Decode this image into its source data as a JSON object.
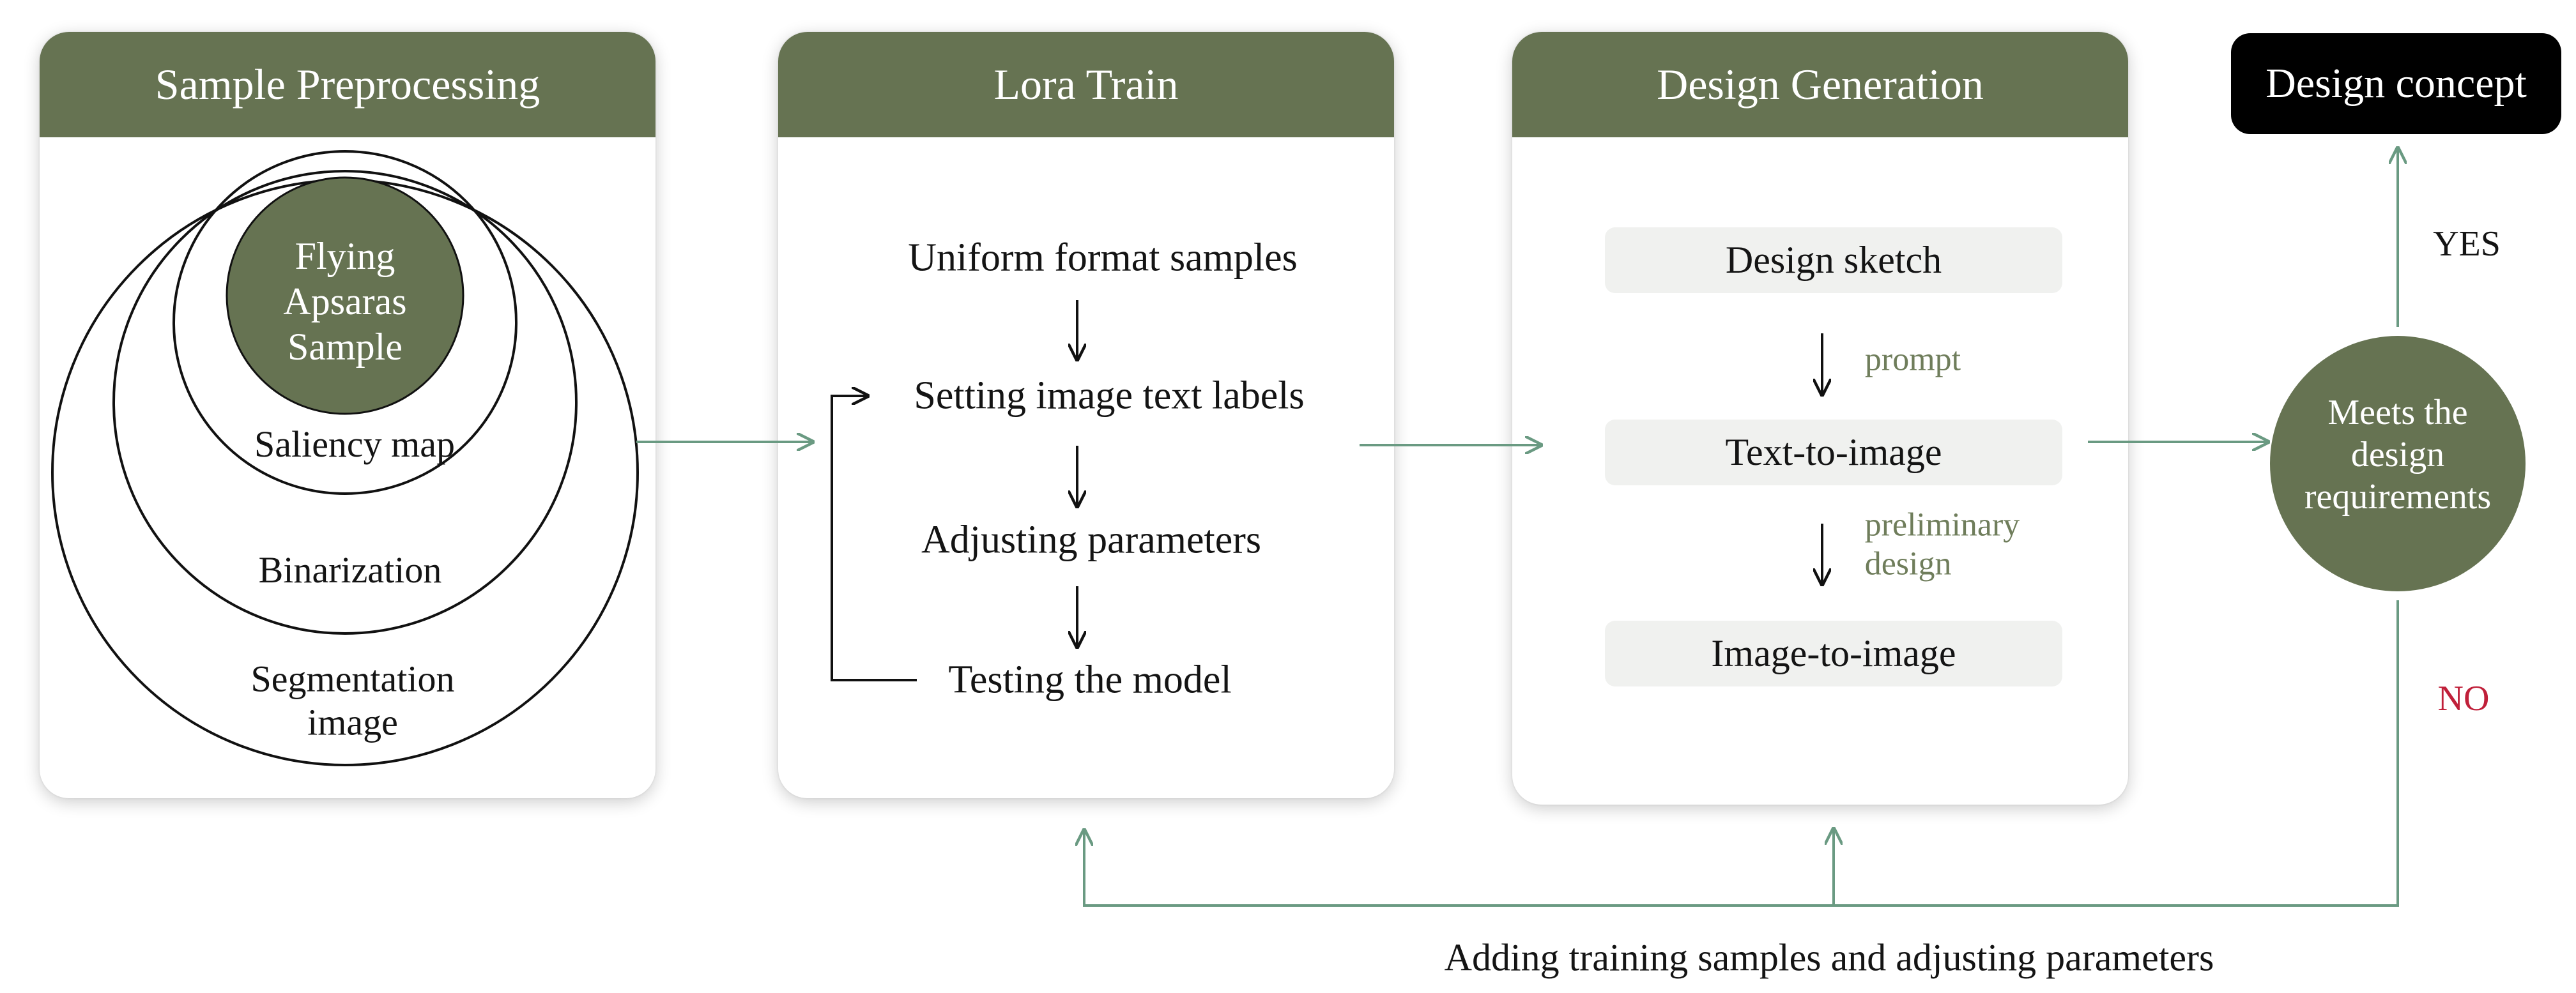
{
  "stages": {
    "preprocessing": {
      "title": "Sample Preprocessing",
      "core_line1": "Flying",
      "core_line2": "Apsaras",
      "core_line3": "Sample",
      "saliency": "Saliency map",
      "binarization": "Binarization",
      "segmentation_line1": "Segmentation",
      "segmentation_line2": "image"
    },
    "lora": {
      "title": "Lora Train",
      "steps": [
        "Uniform format samples",
        "Setting image text labels",
        "Adjusting parameters",
        "Testing the model"
      ]
    },
    "generation": {
      "title": "Design Generation",
      "sketch": "Design sketch",
      "prompt_label": "prompt",
      "text_to_image": "Text-to-image",
      "preliminary_line1": "preliminary",
      "preliminary_line2": "design",
      "image_to_image": "Image-to-image"
    }
  },
  "decision": {
    "line1": "Meets the",
    "line2": "design",
    "line3": "requirements",
    "yes_label": "YES",
    "no_label": "NO"
  },
  "output": {
    "label": "Design concept"
  },
  "feedback": {
    "label": "Adding training samples and adjusting parameters"
  },
  "colors": {
    "header": "#667352",
    "arrow": "#6a9a82",
    "no": "#c0203a",
    "dark_box": "#000000"
  }
}
